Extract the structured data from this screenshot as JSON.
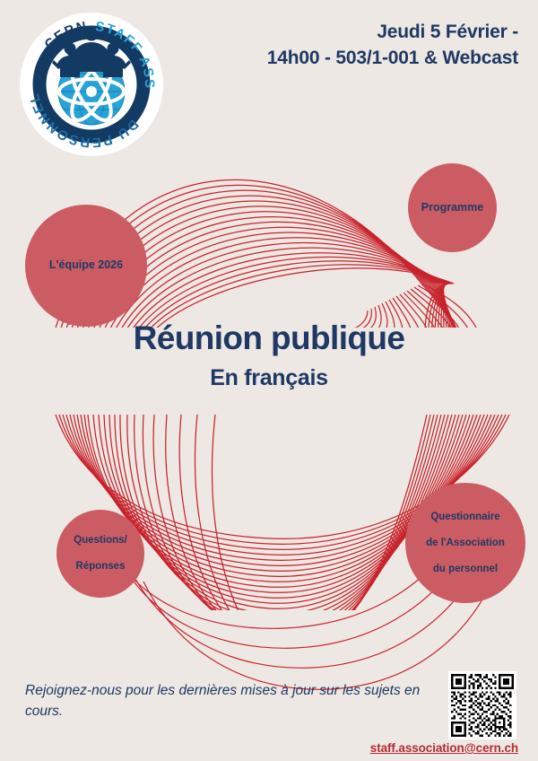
{
  "meta": {
    "background_color": "#EDE8E3",
    "navy": "#1F3864",
    "rose": "#CC5C63",
    "red": "#C8232C",
    "dark_red": "#B42B33"
  },
  "logo": {
    "name": "cern-staff-association-logo",
    "ring_text_top": "CERN",
    "ring_text_right": "STAFF ASSOCIATION",
    "ring_text_bottom": "DU PERSONNEL",
    "full_text": "CERN STAFF ASSOCIATION DU PERSONNEL",
    "symbol": "atom-globe-people"
  },
  "header": {
    "line1": "Jeudi 5 Février -",
    "line2": "14h00 - 503/1-001 & Webcast"
  },
  "bubbles": [
    {
      "id": "equipe",
      "label": "L'équipe 2026",
      "lines": [
        "L'équipe 2026"
      ]
    },
    {
      "id": "programme",
      "label": "Programme",
      "lines": [
        "Programme"
      ]
    },
    {
      "id": "questions",
      "label": "Questions/Réponses",
      "lines": [
        "Questions/",
        "Réponses"
      ]
    },
    {
      "id": "questionnaire",
      "label": "Questionnaire de l'Association du personnel",
      "lines": [
        "Questionnaire",
        "de l'Association",
        "du personnel"
      ]
    }
  ],
  "title": {
    "main": "Réunion publique",
    "sub": "En français"
  },
  "footer": {
    "text": "Rejoignez-nous pour les dernières mises à jour sur les sujets en cours.",
    "email": "staff.association@cern.ch",
    "qr_label": "qr-code"
  }
}
